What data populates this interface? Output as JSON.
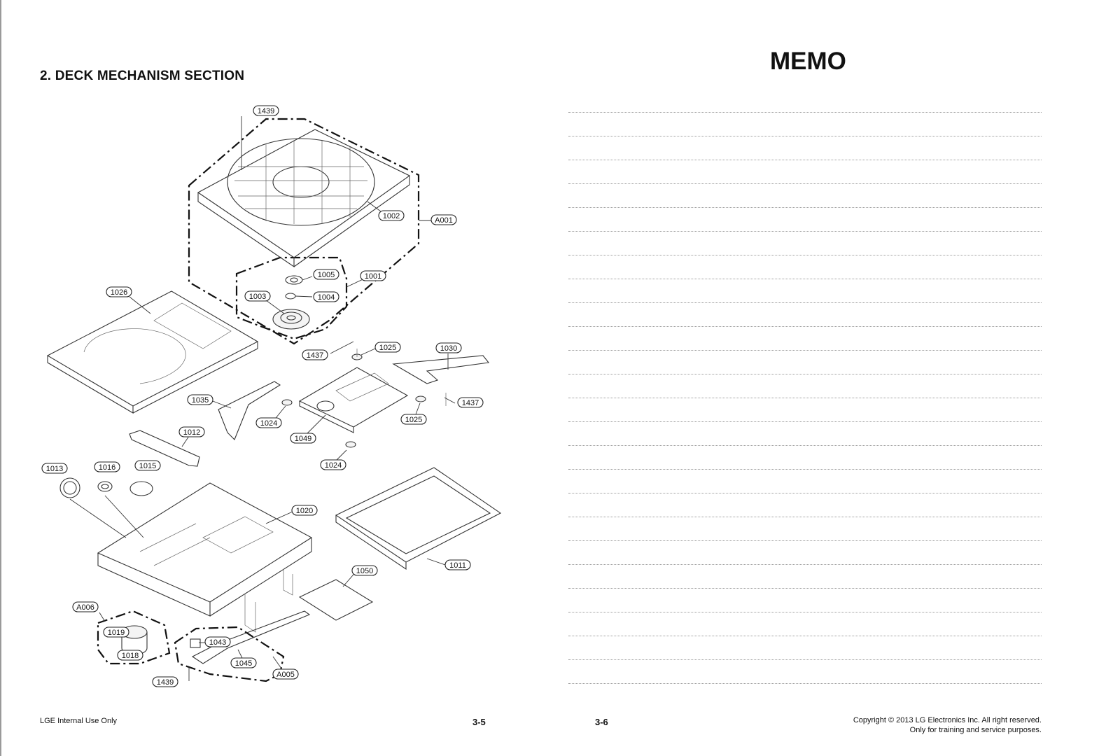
{
  "section_title": "2. DECK MECHANISM SECTION",
  "memo_title": "MEMO",
  "memo_line_count": 25,
  "footer": {
    "left": "LGE Internal Use Only",
    "page_left": "3-5",
    "page_right": "3-6",
    "copyright_line1": "Copyright © 2013 LG Electronics Inc. All right reserved.",
    "copyright_line2": "Only for training and service purposes."
  },
  "part_labels": {
    "p1439_top": "1439",
    "p1002": "1002",
    "pA001": "A001",
    "p1005": "1005",
    "p1001": "1001",
    "p1003": "1003",
    "p1004": "1004",
    "p1026": "1026",
    "p1025_top": "1025",
    "p1030": "1030",
    "p1437_left": "1437",
    "p1437_right": "1437",
    "p1035": "1035",
    "p1024_left": "1024",
    "p1025_right": "1025",
    "p1012": "1012",
    "p1049": "1049",
    "p1024_bottom": "1024",
    "p1013": "1013",
    "p1016": "1016",
    "p1015": "1015",
    "p1020": "1020",
    "p1011": "1011",
    "p1050": "1050",
    "pA006": "A006",
    "p1043": "1043",
    "p1019": "1019",
    "p1018": "1018",
    "p1045": "1045",
    "pA005": "A005",
    "p1439_bottom": "1439"
  }
}
